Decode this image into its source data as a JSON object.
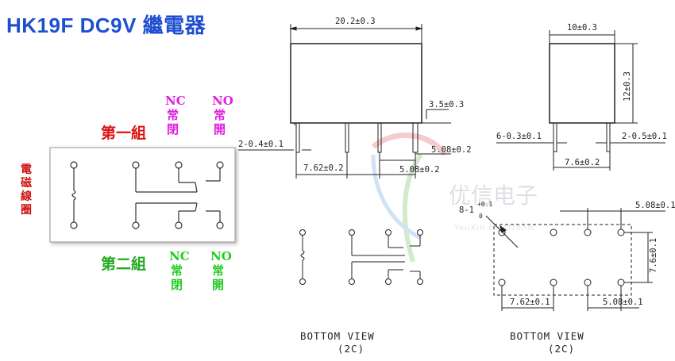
{
  "title": "HK19F  DC9V 繼電器",
  "labels": {
    "group1": "第一組",
    "group2": "第二組",
    "coil": [
      "電",
      "磁",
      "線",
      "圈"
    ],
    "nc": "NC",
    "no": "NO",
    "nc_cn": [
      "常",
      "閉"
    ],
    "no_cn": [
      "常",
      "開"
    ]
  },
  "colors": {
    "title": "#1f4fd1",
    "group1": "#e01010",
    "group2": "#22aa22",
    "coil": "#cc1010",
    "nc_no_top": "#e020e0",
    "nc_no_bottom": "#22cc22",
    "line": "#222222"
  },
  "dimensions": {
    "width": "20.2±0.3",
    "pin_len": "3.5±0.3",
    "pin_w": "2-0.4±0.1",
    "pin_spacing1": "7.62±0.2",
    "pin_spacing2": "5.08±0.2",
    "pin_spacing3": "5.08±0.2",
    "depth": "10±0.3",
    "height": "12±0.3",
    "pin_d": "6-0.3±0.1",
    "pin_w2": "2-0.5±0.1",
    "side_spacing": "7.6±0.2",
    "hole": "8-1",
    "hole_tol_top": "+0.1",
    "hole_tol_bot": "0",
    "b_top": "5.08±0.1",
    "b_side": "7.6±0.1",
    "b_left": "7.62±0.1",
    "b_right": "5.08±0.1"
  },
  "captions": {
    "view1": "BOTTOM  VIEW",
    "view1_sub": "(2C)",
    "view2": "BOTTOM  VIEW",
    "view2_sub": "(2C)"
  },
  "watermark": {
    "text": "优信电子",
    "sub": "YouXin Electronic"
  }
}
